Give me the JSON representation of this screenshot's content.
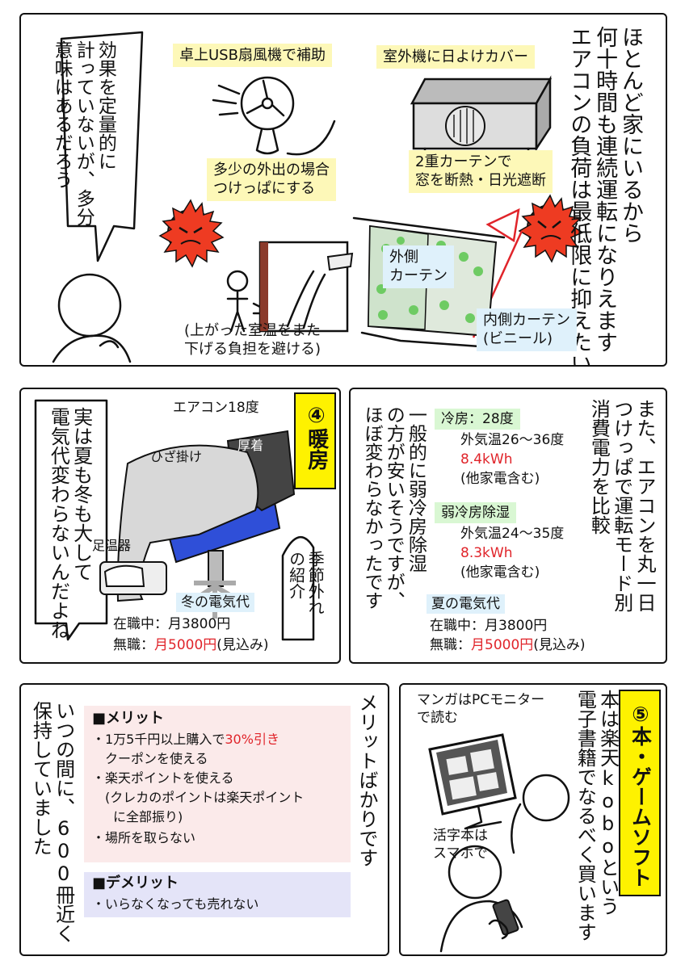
{
  "panel1": {
    "narration": [
      "ほとんど家にいるから",
      "何十時間も連続運転になりえます",
      "エアコンの負荷は最低限に抑えたい"
    ],
    "speech": [
      "効果を定量的に",
      "計っていないが、多分",
      "意味はあるだろう"
    ],
    "label_usb_fan": "卓上USB扇風機で補助",
    "label_outdoor_cover": "室外機に日よけカバー",
    "label_keep_on": [
      "多少の外出の場合",
      "つけっぱにする"
    ],
    "label_double_curtain": [
      "2重カーテンで",
      "窓を断熱・日光遮断"
    ],
    "label_outer_curtain": [
      "外側",
      "カーテン"
    ],
    "label_inner_curtain": [
      "内側カーテン",
      "(ビニール)"
    ],
    "label_avoid_burden": [
      "(上がった室温をまた",
      "下げる負担を避ける)"
    ]
  },
  "panel2": {
    "title": "④暖房",
    "aircon_temp": "エアコン18度",
    "label_thick": "厚着",
    "label_lap": "ひざ掛け",
    "label_foot": "足温器",
    "speech_main": [
      "実は夏も冬も大して",
      "電気代変わらないんだよね"
    ],
    "speech_small": [
      "季節外れ",
      "の紹介"
    ],
    "cost_title": "冬の電気代",
    "cost_line1": "在職中：月3800円",
    "cost_line2_pre": "無職：",
    "cost_line2_red": "月5000円",
    "cost_line2_post": "(見込み)"
  },
  "panel3": {
    "narration": [
      "また、エアコンを丸一日",
      "つけっぱで運転モード別",
      "消費電力を比較"
    ],
    "narration2": [
      "一般的に弱冷房除湿",
      "の方が安いそうですが、",
      "ほぼ変わらなかったです"
    ],
    "mode1_title": "冷房：28度",
    "mode1_line1": "外気温26～36度",
    "mode1_kwh": "8.4kWh",
    "mode1_note": "(他家電含む)",
    "mode2_title": "弱冷房除湿",
    "mode2_line1": "外気温24～35度",
    "mode2_kwh": "8.3kWh",
    "mode2_note": "(他家電含む)",
    "cost_title": "夏の電気代",
    "cost_line1": "在職中：月3800円",
    "cost_line2_pre": "無職：",
    "cost_line2_red": "月5000円",
    "cost_line2_post": "(見込み)"
  },
  "panel4": {
    "narration": [
      "メリットばかりです"
    ],
    "narration2": [
      "いつの間に、600冊近く",
      "保持していました"
    ],
    "merit_title": "■メリット",
    "merit1_pre": "・1万5千円以上購入で",
    "merit1_red": "30%引き",
    "merit1_post": "クーポンを使える",
    "merit2": "・楽天ポイントを使える",
    "merit2_note1": "(クレカのポイントは楽天ポイント",
    "merit2_note2": "に全部振り)",
    "merit3": "・場所を取らない",
    "demerit_title": "■デメリット",
    "demerit1": "・いらなくなっても売れない"
  },
  "panel5": {
    "title": "⑤本・ゲームソフト",
    "narration": [
      "本は楽天koboという",
      "電子書籍でなるべく買います"
    ],
    "label_manga": [
      "マンガはPCモニター",
      "で読む"
    ],
    "label_text": [
      "活字本は",
      "スマホで"
    ]
  },
  "colors": {
    "red": "#e0242a",
    "yellow": "#fef200",
    "label_yellow": "#fdf8b8",
    "label_blue": "#dff1fb",
    "label_green": "#d9f7d3",
    "pink": "#fbeaea",
    "lavender": "#e4e4f8",
    "sun": "#ee3b22",
    "leaf": "#6ecb63"
  }
}
